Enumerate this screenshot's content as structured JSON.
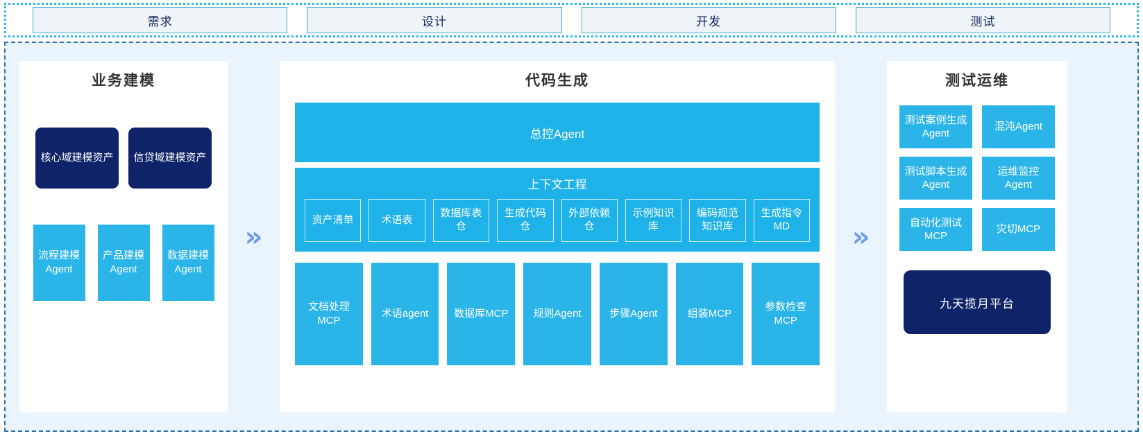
{
  "colors": {
    "cyan": "#2ab4e8",
    "cyan_dark": "#1eb2e8",
    "navy": "#0f2368",
    "chevron": "#6f9de8",
    "bg_light": "#e9f4fd",
    "stage_fill": "#eef4f7",
    "stage_border": "#3fa9c9"
  },
  "stages": [
    {
      "label": "需求"
    },
    {
      "label": "设计"
    },
    {
      "label": "开发"
    },
    {
      "label": "测试"
    }
  ],
  "separators": {
    "chevron_glyph": "»"
  },
  "left_panel": {
    "title": "业务建模",
    "assets": [
      {
        "label": "核心域建模资产"
      },
      {
        "label": "信贷域建模资产"
      }
    ],
    "agents": [
      {
        "label": "流程建模Agent"
      },
      {
        "label": "产品建模Agent"
      },
      {
        "label": "数据建模Agent"
      }
    ]
  },
  "center_panel": {
    "title": "代码生成",
    "master_agent": "总控Agent",
    "context": {
      "title": "上下文工程",
      "items": [
        {
          "label": "资产清单"
        },
        {
          "label": "术语表"
        },
        {
          "label": "数据库表仓"
        },
        {
          "label": "生成代码仓"
        },
        {
          "label": "外部依赖仓"
        },
        {
          "label": "示例知识库"
        },
        {
          "label": "编码规范知识库"
        },
        {
          "label": "生成指令MD"
        }
      ]
    },
    "tools": [
      {
        "label": "文档处理MCP"
      },
      {
        "label": "术语agent"
      },
      {
        "label": "数据库MCP"
      },
      {
        "label": "规则Agent"
      },
      {
        "label": "步骤Agent"
      },
      {
        "label": "组装MCP"
      },
      {
        "label": "参数检查MCP"
      }
    ]
  },
  "right_panel": {
    "title": "测试运维",
    "items": [
      {
        "label": "测试案例生成Agent"
      },
      {
        "label": "混沌Agent"
      },
      {
        "label": "测试脚本生成Agent"
      },
      {
        "label": "运维监控Agent"
      },
      {
        "label": "自动化测试MCP"
      },
      {
        "label": "灾切MCP"
      }
    ],
    "platform": "九天揽月平台"
  }
}
